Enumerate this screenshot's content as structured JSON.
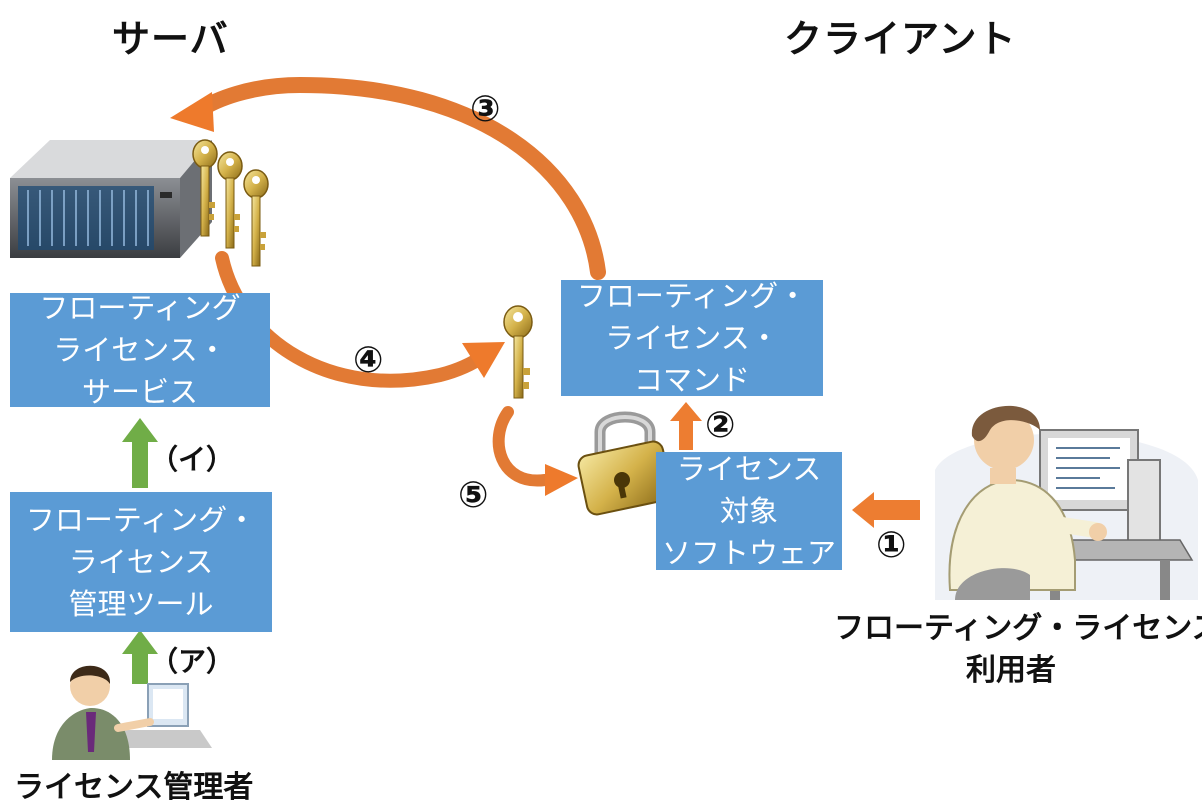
{
  "headings": {
    "server": "サーバ",
    "client": "クライアント"
  },
  "boxes": {
    "service": [
      "フローティング",
      "ライセンス・",
      "サービス"
    ],
    "admin_tool": [
      "フローティング・",
      "ライセンス",
      "管理ツール"
    ],
    "command": [
      "フローティング・",
      "ライセンス・",
      "コマンド"
    ],
    "target_software": [
      "ライセンス",
      "対象",
      "ソフトウェア"
    ]
  },
  "labels": {
    "license_admin": "ライセンス管理者",
    "user_line1": "フローティング・ライセンス",
    "user_line2": "利用者"
  },
  "steps": {
    "s1": "①",
    "s2": "②",
    "s3": "③",
    "s4": "④",
    "s5": "⑤"
  },
  "admin_steps": {
    "a": "（ア）",
    "i": "（イ）"
  },
  "colors": {
    "box": "#5b9bd5",
    "orange_arrow": "#e8772f",
    "green_arrow": "#70ad47"
  },
  "icons": [
    "server-icon",
    "keys-icon",
    "key-icon",
    "padlock-icon",
    "admin-person-icon",
    "user-person-icon"
  ]
}
